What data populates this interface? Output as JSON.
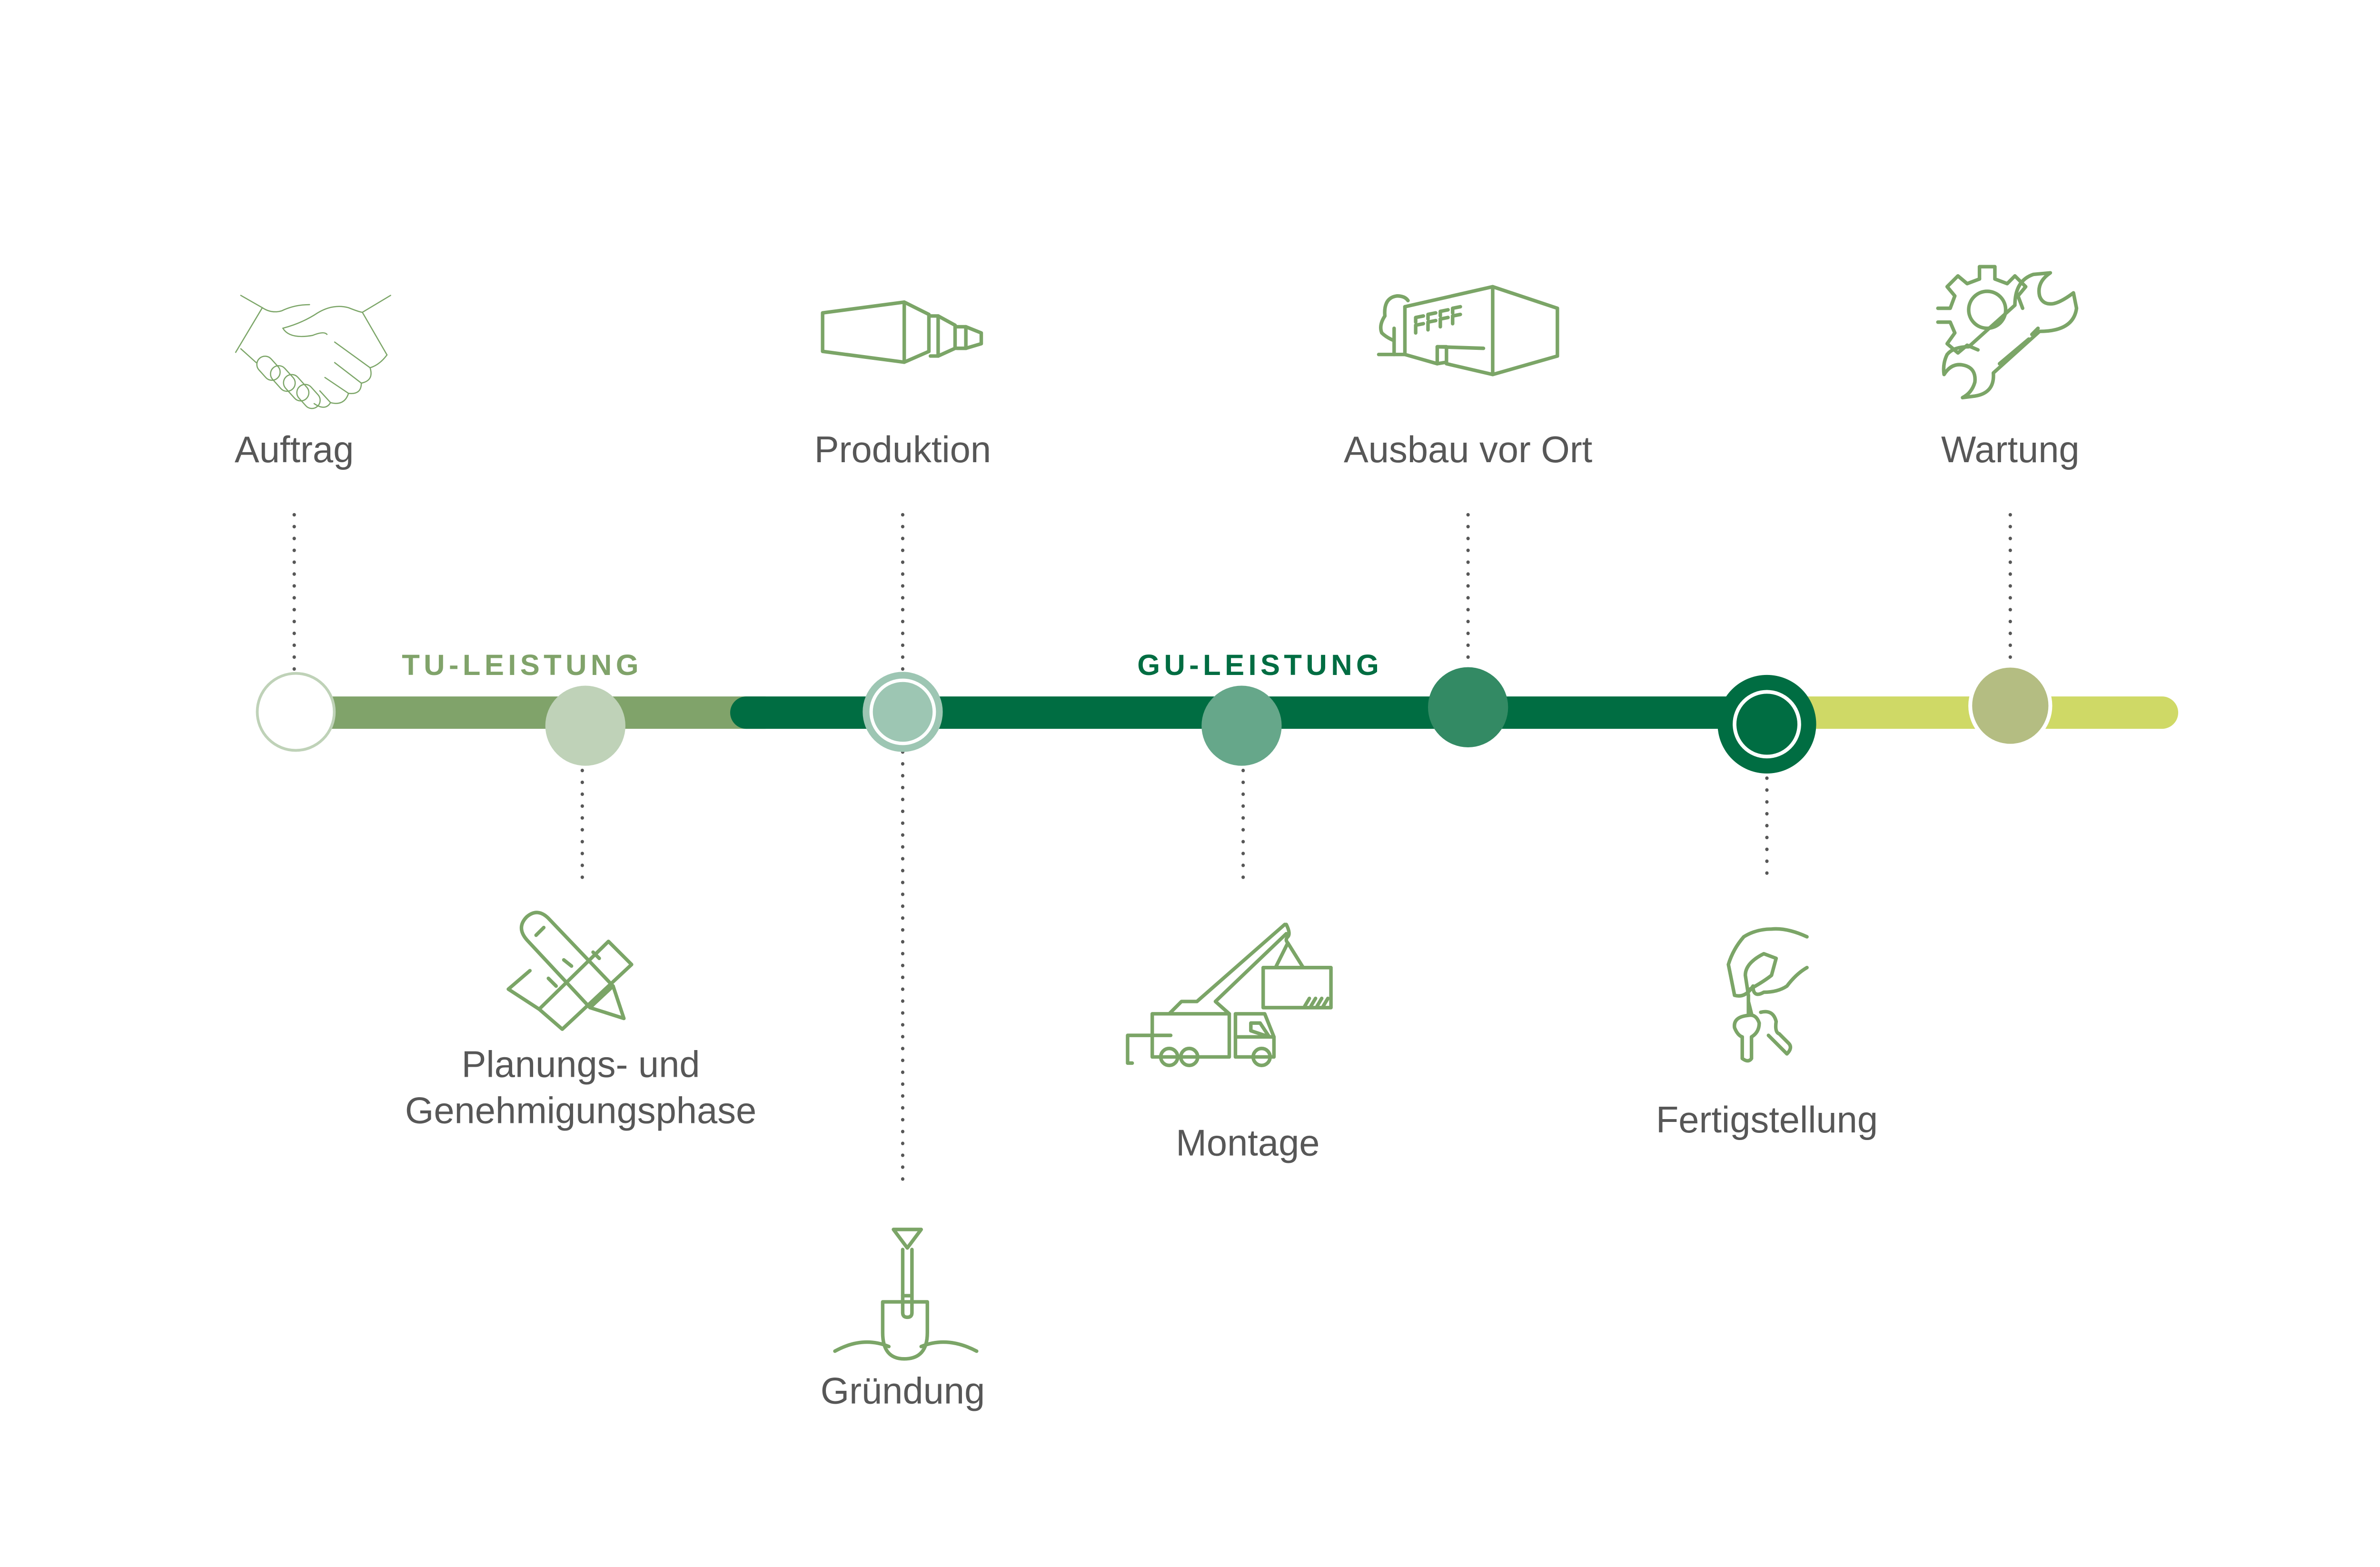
{
  "colors": {
    "icon": "#7BA567",
    "text": "#575757",
    "tu_bar": "#80A36A",
    "gu_bar": "#006D42",
    "wartung_bar": "#CFD966"
  },
  "segments": {
    "tu": {
      "label": "TU-LEISTUNG",
      "color": "#80A36A"
    },
    "gu": {
      "label": "GU-LEISTUNG",
      "color": "#006D42"
    }
  },
  "stages": [
    {
      "id": "auftrag",
      "label": "Auftrag",
      "icon": "handshake-icon",
      "node_color": "#FFFFFF",
      "position": "above"
    },
    {
      "id": "planung",
      "label_lines": [
        "Planungs- und",
        "Genehmigungsphase"
      ],
      "icon": "ruler-pencil-icon",
      "node_color": "#BFD2B8",
      "position": "below"
    },
    {
      "id": "produktion",
      "label": "Produktion",
      "icon": "factory-module-icon",
      "node_color": "#9DC6B3",
      "position": "above"
    },
    {
      "id": "gruendung",
      "label": "Gründung",
      "icon": "shovel-icon",
      "node_color": "#9DC6B3",
      "position": "below"
    },
    {
      "id": "montage",
      "label": "Montage",
      "icon": "crane-truck-icon",
      "node_color": "#66A78A",
      "position": "below"
    },
    {
      "id": "ausbau",
      "label": "Ausbau vor Ort",
      "icon": "building-icon",
      "node_color": "#338A64",
      "position": "above"
    },
    {
      "id": "fertigstellung",
      "label": "Fertigstellung",
      "icon": "hand-keys-icon",
      "node_color": "#006D42",
      "position": "below"
    },
    {
      "id": "wartung",
      "label": "Wartung",
      "icon": "gear-wrench-icon",
      "node_color": "#B4BD82",
      "position": "above"
    }
  ]
}
